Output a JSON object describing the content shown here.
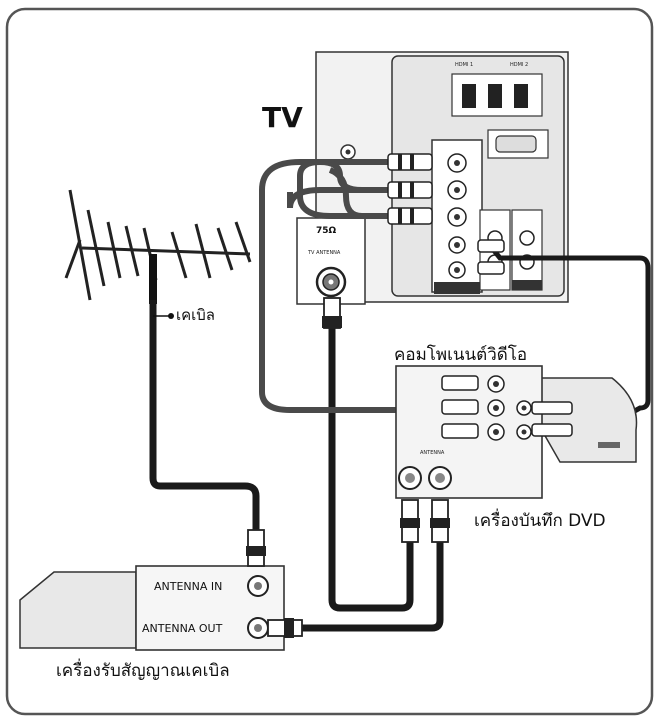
{
  "labels": {
    "tv": "TV",
    "cable": "เคเบิล",
    "component_video": "คอมโพเนนต์วิดีโอ",
    "dvd_recorder": "เครื่องบันทึก DVD",
    "cable_box": "เครื่องรับสัญญาณเคเบิล",
    "antenna_in": "ANTENNA IN",
    "antenna_out": "ANTENNA OUT",
    "tv_ohm": "75Ω",
    "tv_antenna": "TV ANTENNA"
  },
  "colors": {
    "frame_border": "#555555",
    "panel_fill": "#f4f4f4",
    "inner_panel": "#ebebeb",
    "cable_dark": "#1a1a1a",
    "cable_mid": "#4a4a4a",
    "connector": "#ffffff"
  }
}
